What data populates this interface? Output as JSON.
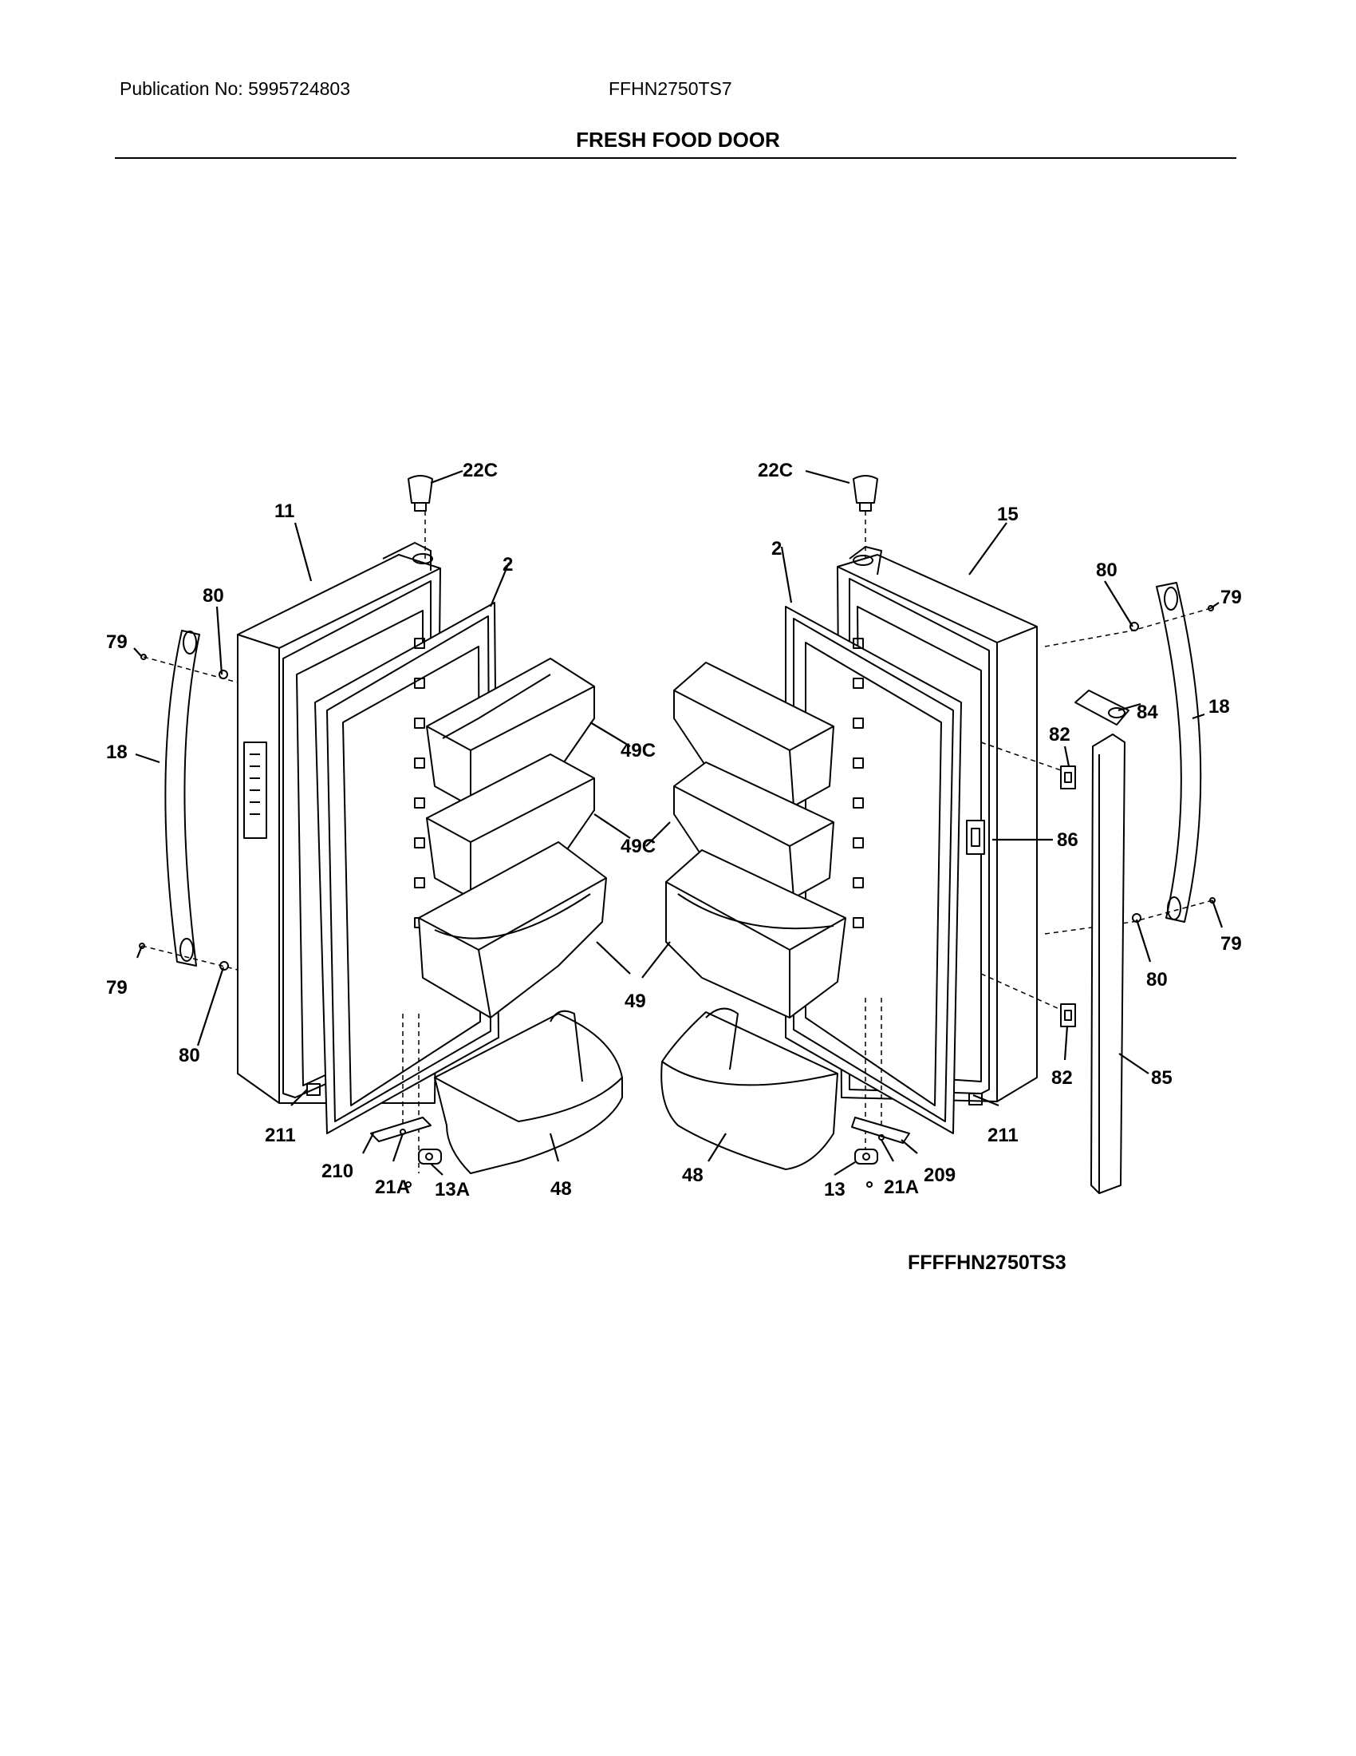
{
  "header": {
    "publication": "Publication No: 5995724803",
    "model": "FFHN2750TS7",
    "title": "FRESH FOOD DOOR"
  },
  "diagram": {
    "code": "FFFFHN2750TS3",
    "callouts": {
      "c22c_l": "22C",
      "c22c_r": "22C",
      "c11": "11",
      "c15": "15",
      "c2_l": "2",
      "c2_r": "2",
      "c80_tl": "80",
      "c80_tr": "80",
      "c80_bl": "80",
      "c80_br": "80",
      "c79_tl": "79",
      "c79_tr": "79",
      "c79_bl": "79",
      "c79_br": "79",
      "c18_l": "18",
      "c18_r": "18",
      "c49c_1": "49C",
      "c49c_2": "49C",
      "c49": "49",
      "c84": "84",
      "c82_t": "82",
      "c82_b": "82",
      "c86": "86",
      "c85": "85",
      "c211_l": "211",
      "c211_r": "211",
      "c210": "210",
      "c209": "209",
      "c21a_l": "21A",
      "c21a_r": "21A",
      "c13a": "13A",
      "c13": "13",
      "c48_l": "48",
      "c48_r": "48"
    }
  }
}
